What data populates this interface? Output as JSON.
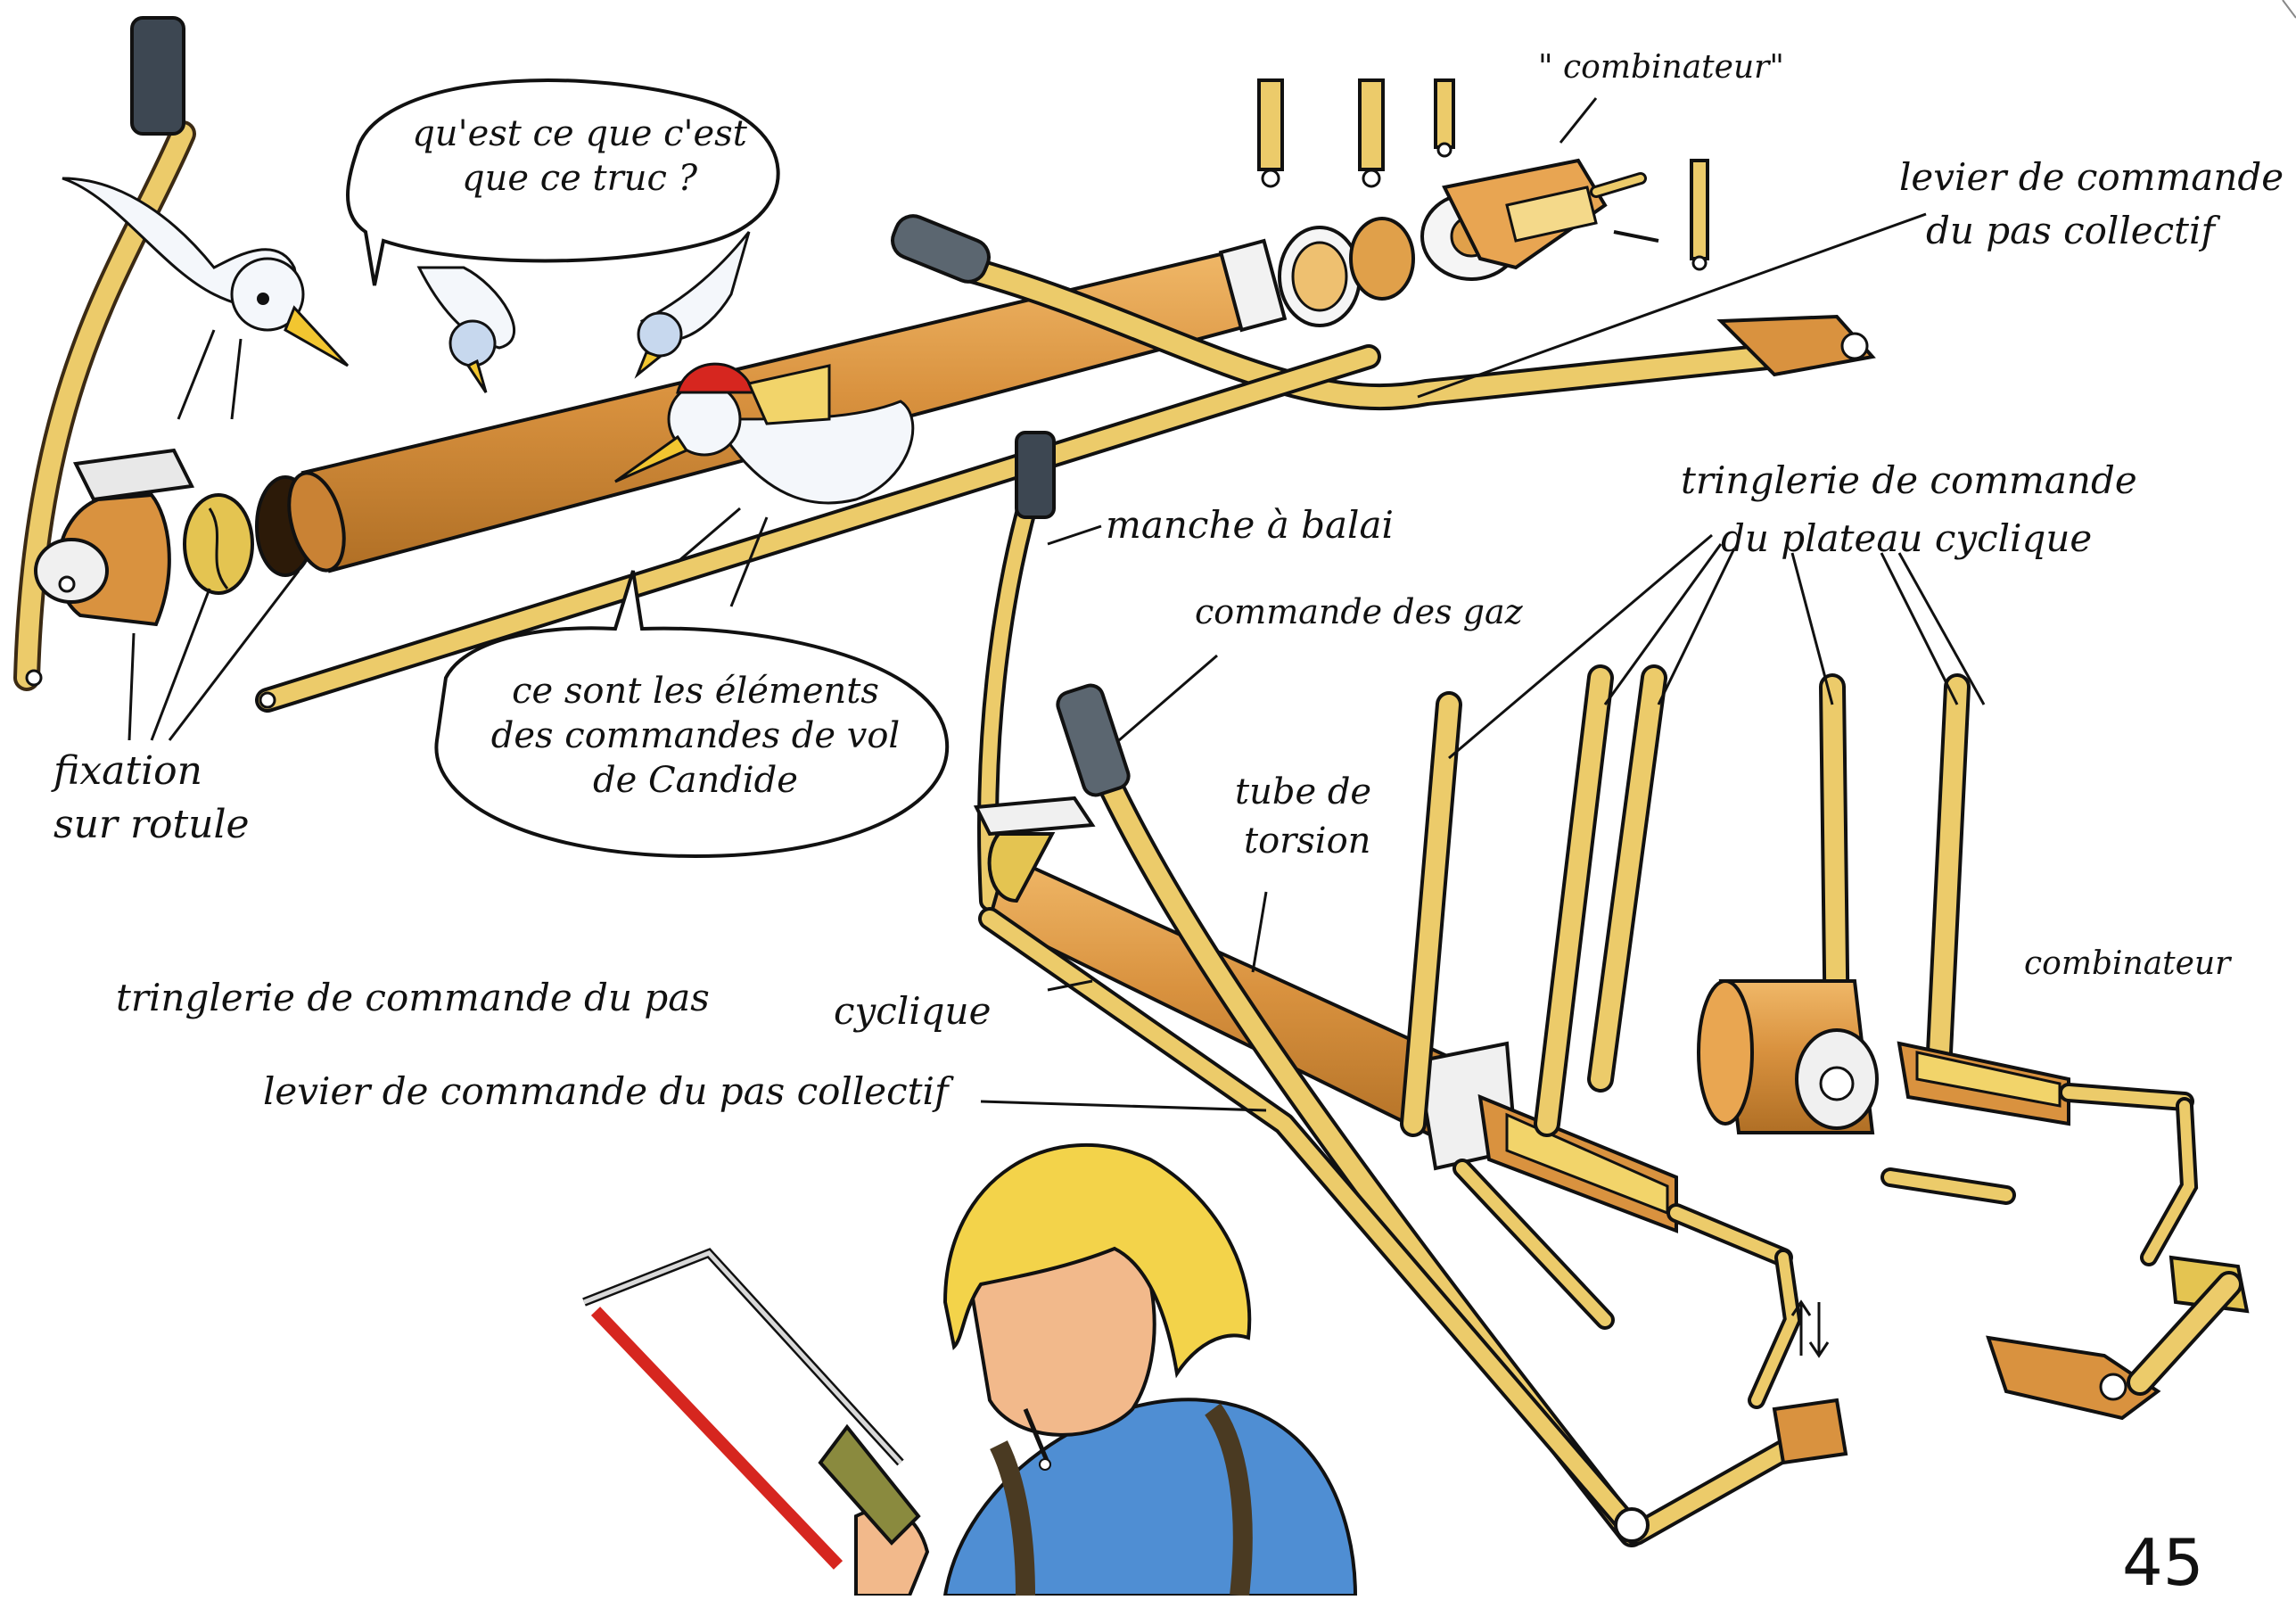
{
  "bubbles": {
    "question": "qu'est ce que c'est que ce truc ?",
    "answer": "ce sont les éléments des commandes de vol de Candide"
  },
  "labels": {
    "combinateur_top": "\" combinateur\"",
    "levier_collectif_top_1": "levier de commande",
    "levier_collectif_top_2": "du pas collectif",
    "fixation_1": "fixation",
    "fixation_2": "sur rotule",
    "manche": "manche à balai",
    "gaz": "commande des gaz",
    "tringlerie_cyclique_plateau_1": "tringlerie de commande",
    "tringlerie_cyclique_plateau_2": "du plateau cyclique",
    "tube_1": "tube de",
    "tube_2": "torsion",
    "combinateur_right": "combinateur",
    "tringlerie_pas_cyclique": "tringlerie de commande du pas",
    "cyclique": "cyclique",
    "levier_collectif_bottom": "levier de commande du pas collectif"
  },
  "page_number": "45",
  "colors": {
    "tube_orange": "#d9923f",
    "rod_yellow": "#eccb6a",
    "rod_outline": "#3b2a14",
    "grip_grey": "#5b6670",
    "hair_yellow": "#f3d34a",
    "shirt_blue": "#4f8ed3",
    "skin": "#f2b98b",
    "cap_red": "#d6261f",
    "saw_red": "#d6261f",
    "bird_white": "#f4f7fb"
  }
}
